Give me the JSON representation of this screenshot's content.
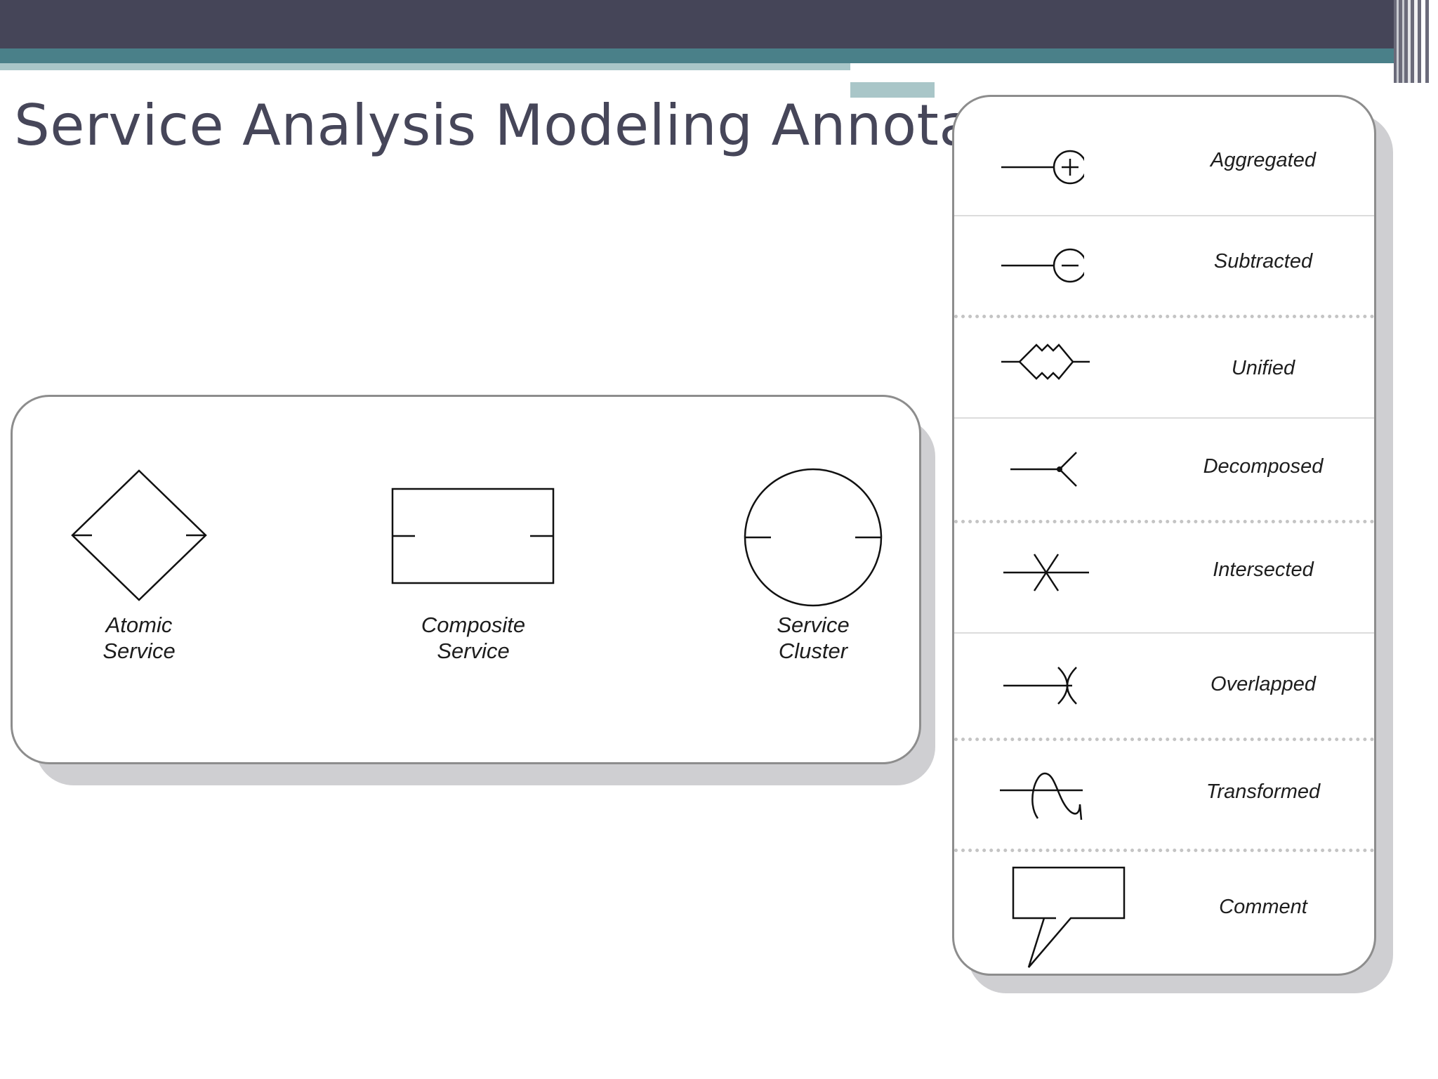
{
  "slide": {
    "title": "Service Analysis Modeling Annotation"
  },
  "service_shapes": [
    {
      "icon": "diamond",
      "label_line1": "Atomic",
      "label_line2": "Service"
    },
    {
      "icon": "rectangle",
      "label_line1": "Composite",
      "label_line2": "Service"
    },
    {
      "icon": "circle",
      "label_line1": "Service",
      "label_line2": "Cluster"
    }
  ],
  "annotations": [
    {
      "icon": "plus-circle",
      "label": "Aggregated"
    },
    {
      "icon": "minus-circle",
      "label": "Subtracted"
    },
    {
      "icon": "zigzag-diamond",
      "label": "Unified"
    },
    {
      "icon": "fork",
      "label": "Decomposed"
    },
    {
      "icon": "cross-star",
      "label": "Intersected"
    },
    {
      "icon": "crossed-arc",
      "label": "Overlapped"
    },
    {
      "icon": "loop",
      "label": "Transformed"
    },
    {
      "icon": "speech-bubble",
      "label": "Comment"
    }
  ],
  "colors": {
    "header_dark": "#454558",
    "header_teal": "#4a8089",
    "header_light": "#a9c6c8",
    "title": "#464659"
  }
}
